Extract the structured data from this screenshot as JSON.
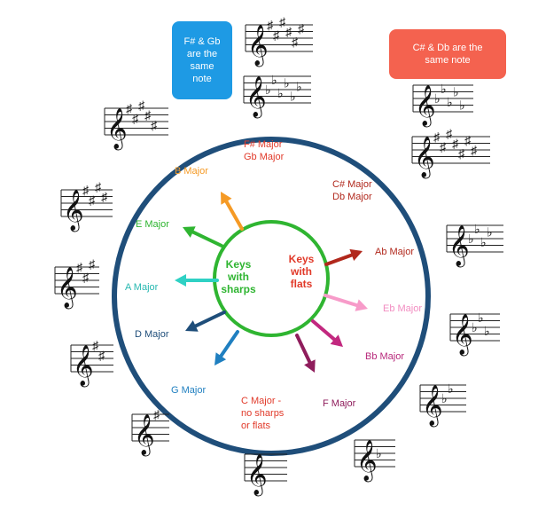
{
  "colors": {
    "outer_circle": "#1f4e7a",
    "inner_circle": "#2fb531",
    "sharps_text": "#2fb531",
    "flats_text": "#e13a2a",
    "box_blue": "#1e9ae4",
    "box_red": "#f4624f"
  },
  "callouts": {
    "fsharp_gb": [
      "F# & Gb",
      "are the",
      "same",
      "note"
    ],
    "csharp_db": [
      "C# & Db are the",
      "same note"
    ]
  },
  "center": {
    "sharps": [
      "Keys",
      "with",
      "sharps"
    ],
    "flats": [
      "Keys",
      "with",
      "flats"
    ]
  },
  "keys": [
    {
      "id": "c",
      "lines": [
        "C Major -",
        "no sharps",
        "or flats"
      ],
      "color": "#e13a2a"
    },
    {
      "id": "g",
      "lines": [
        "G Major"
      ],
      "color": "#1f7fc0"
    },
    {
      "id": "d",
      "lines": [
        "D Major"
      ],
      "color": "#1f4e7a"
    },
    {
      "id": "a",
      "lines": [
        "A Major"
      ],
      "color": "#27b8b0"
    },
    {
      "id": "e",
      "lines": [
        "E Major"
      ],
      "color": "#2fb531"
    },
    {
      "id": "b",
      "lines": [
        "B Major"
      ],
      "color": "#f59a25"
    },
    {
      "id": "fsharp",
      "lines": [
        "F# Major",
        "Gb Major"
      ],
      "color": "#e13a2a"
    },
    {
      "id": "csharp",
      "lines": [
        "C# Major",
        "Db Major"
      ],
      "color": "#b1281c"
    },
    {
      "id": "ab",
      "lines": [
        "Ab Major"
      ],
      "color": "#b1281c"
    },
    {
      "id": "eb",
      "lines": [
        "Eb Major"
      ],
      "color": "#f28dc1"
    },
    {
      "id": "bb",
      "lines": [
        "Bb Major"
      ],
      "color": "#b7277a"
    },
    {
      "id": "f",
      "lines": [
        "F Major"
      ],
      "color": "#8f1d5c"
    }
  ],
  "arrows": [
    {
      "id": "g",
      "color": "#1f7fc0"
    },
    {
      "id": "d",
      "color": "#1f4e7a"
    },
    {
      "id": "a",
      "color": "#2fd1c4"
    },
    {
      "id": "e",
      "color": "#2fb531"
    },
    {
      "id": "b",
      "color": "#f59a25"
    },
    {
      "id": "ab",
      "color": "#b1281c"
    },
    {
      "id": "eb",
      "color": "#f79bc9"
    },
    {
      "id": "bb",
      "color": "#c2287f"
    },
    {
      "id": "f",
      "color": "#8f1d5c"
    }
  ],
  "staves": [
    {
      "id": "c",
      "sign": "",
      "count": 0
    },
    {
      "id": "g",
      "sign": "#",
      "count": 1
    },
    {
      "id": "d",
      "sign": "#",
      "count": 2
    },
    {
      "id": "a",
      "sign": "#",
      "count": 3
    },
    {
      "id": "e",
      "sign": "#",
      "count": 4
    },
    {
      "id": "b",
      "sign": "#",
      "count": 5
    },
    {
      "id": "fsharp",
      "sign": "#",
      "count": 6
    },
    {
      "id": "gb",
      "sign": "b",
      "count": 6
    },
    {
      "id": "csharp",
      "sign": "#",
      "count": 7
    },
    {
      "id": "db",
      "sign": "b",
      "count": 5
    },
    {
      "id": "ab",
      "sign": "b",
      "count": 4
    },
    {
      "id": "eb",
      "sign": "b",
      "count": 3
    },
    {
      "id": "bb",
      "sign": "b",
      "count": 2
    },
    {
      "id": "f",
      "sign": "b",
      "count": 1
    }
  ]
}
